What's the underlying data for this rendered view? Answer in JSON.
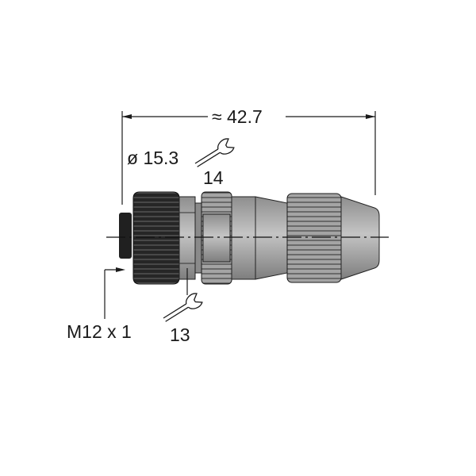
{
  "dimensions": {
    "overall_length": "≈ 42.7",
    "outer_diameter": "ø 15.3",
    "wrench_size_top": "14",
    "wrench_size_bottom": "13",
    "thread": "M12 x 1"
  },
  "colors": {
    "dark_part": "#232323",
    "grey_part": "#a8a8a8",
    "line": "#1a1a1a"
  }
}
